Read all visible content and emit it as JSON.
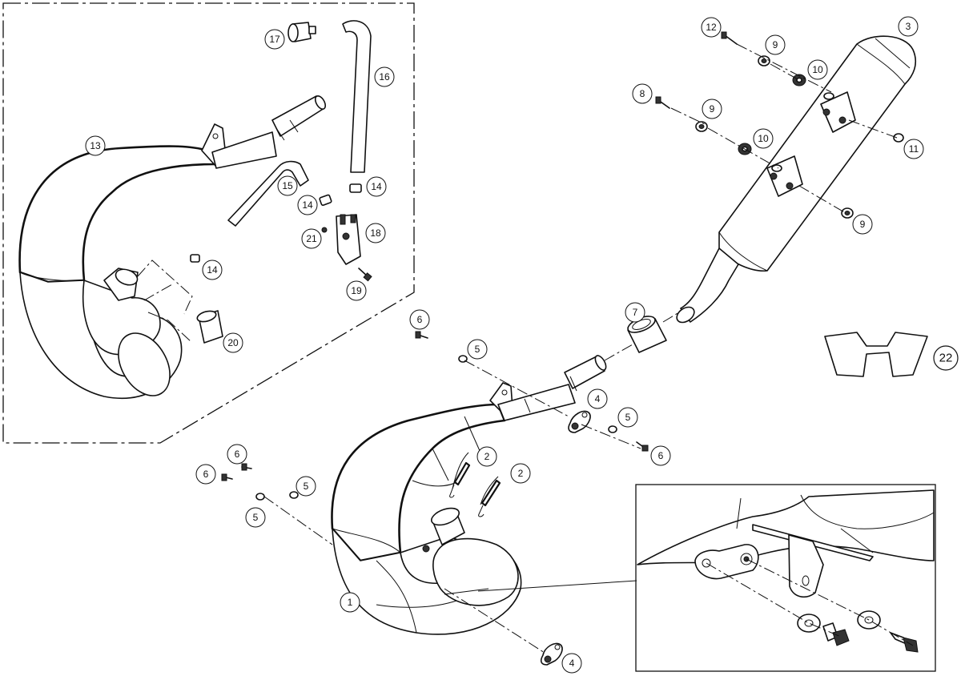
{
  "callouts": [
    {
      "label": "1"
    },
    {
      "label": "2"
    },
    {
      "label": "2"
    },
    {
      "label": "3"
    },
    {
      "label": "4"
    },
    {
      "label": "4"
    },
    {
      "label": "5"
    },
    {
      "label": "5"
    },
    {
      "label": "5"
    },
    {
      "label": "5"
    },
    {
      "label": "6"
    },
    {
      "label": "6"
    },
    {
      "label": "6"
    },
    {
      "label": "6"
    },
    {
      "label": "7"
    },
    {
      "label": "8"
    },
    {
      "label": "9"
    },
    {
      "label": "9"
    },
    {
      "label": "9"
    },
    {
      "label": "10"
    },
    {
      "label": "10"
    },
    {
      "label": "11"
    },
    {
      "label": "12"
    },
    {
      "label": "13"
    },
    {
      "label": "14"
    },
    {
      "label": "14"
    },
    {
      "label": "14"
    },
    {
      "label": "15"
    },
    {
      "label": "16"
    },
    {
      "label": "17"
    },
    {
      "label": "18"
    },
    {
      "label": "19"
    },
    {
      "label": "20"
    },
    {
      "label": "21"
    },
    {
      "label": "22"
    }
  ]
}
